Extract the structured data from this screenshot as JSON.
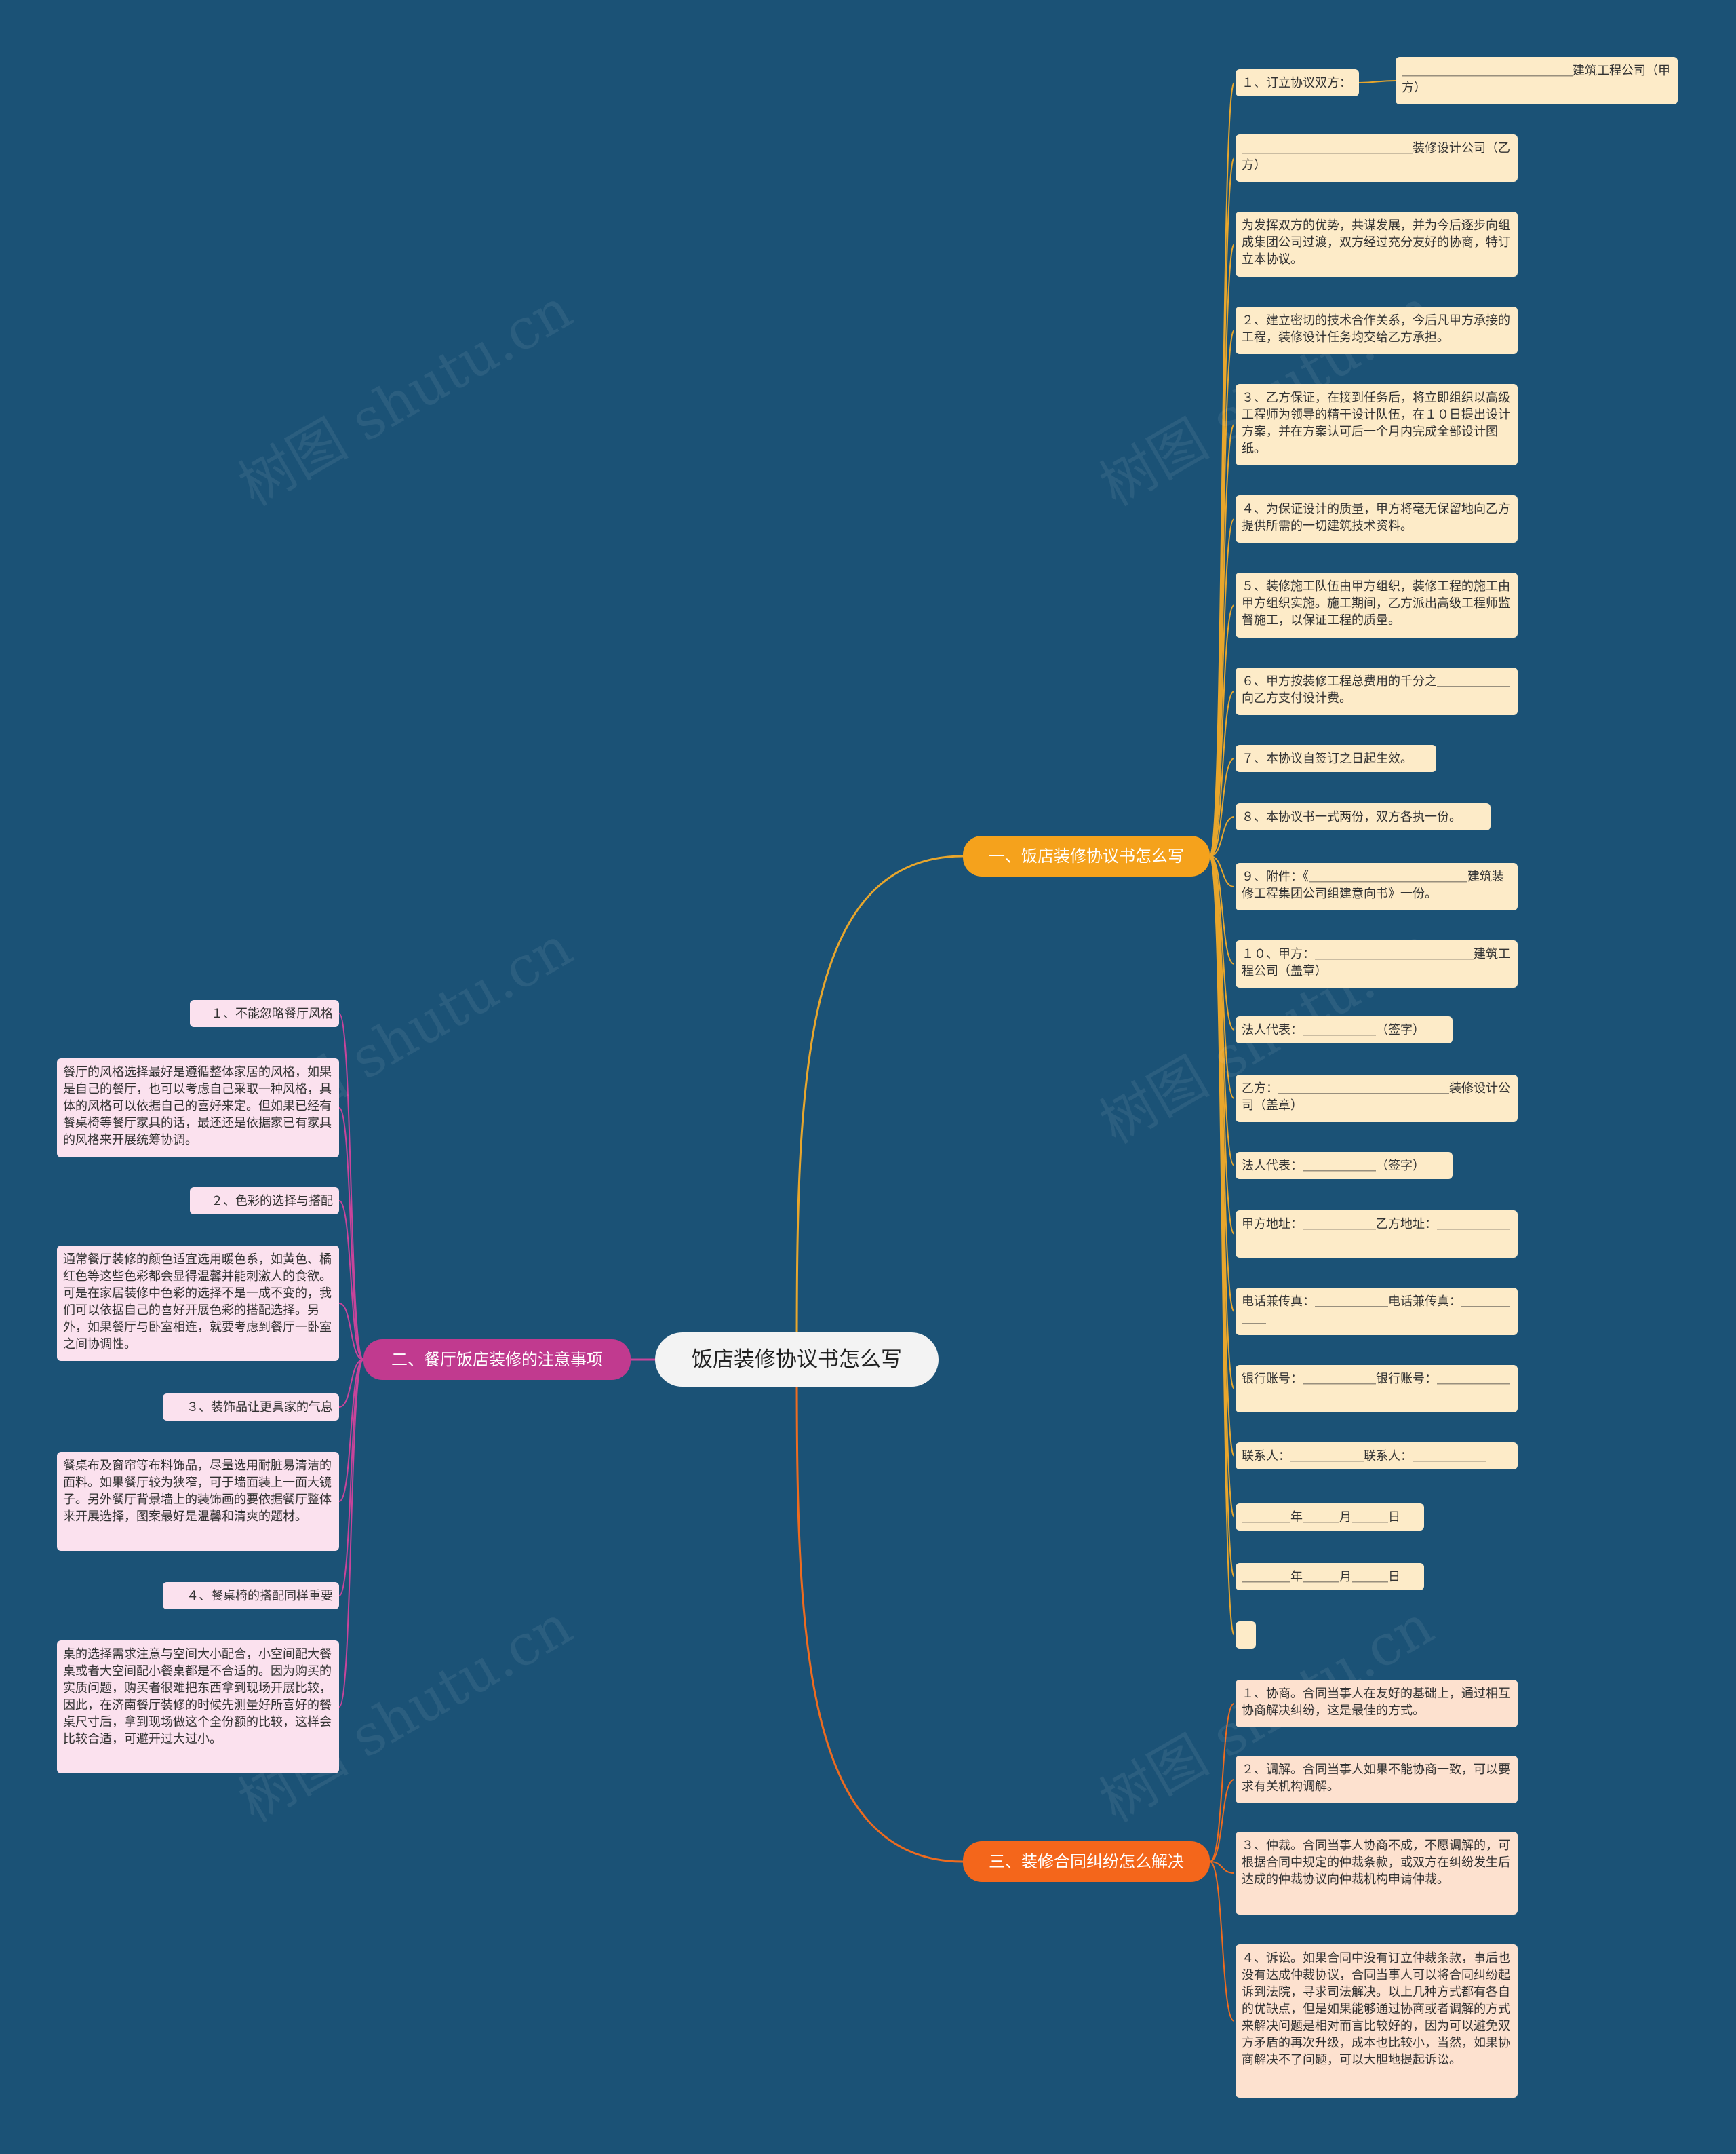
{
  "colors": {
    "background": "#1b5276",
    "branch1": "#f5a21c",
    "branch2": "#c13a8f",
    "branch3": "#f4661b",
    "link1": "#e8a62c",
    "link2": "#c8449b",
    "link3": "#ee6b1f"
  },
  "watermark": "树图 shutu.cn",
  "root": {
    "label": "饭店装修协议书怎么写"
  },
  "branches": [
    {
      "label": "一、饭店装修协议书怎么写",
      "children": [
        "１、订立协议双方：",
        "＿＿＿＿＿＿＿＿＿＿＿＿＿＿装修设计公司（乙方）",
        "为发挥双方的优势，共谋发展，并为今后逐步向组成集团公司过渡，双方经过充分友好的协商，特订立本协议。",
        "２、建立密切的技术合作关系，今后凡甲方承接的工程，装修设计任务均交给乙方承担。",
        "３、乙方保证，在接到任务后，将立即组织以高级工程师为领导的精干设计队伍，在１０日提出设计方案，并在方案认可后一个月内完成全部设计图纸。",
        "４、为保证设计的质量，甲方将毫无保留地向乙方提供所需的一切建筑技术资料。",
        "５、装修施工队伍由甲方组织，装修工程的施工由甲方组织实施。施工期间，乙方派出高级工程师监督施工，以保证工程的质量。",
        "６、甲方按装修工程总费用的千分之＿＿＿＿＿＿向乙方支付设计费。",
        "７、本协议自签订之日起生效。",
        "８、本协议书一式两份，双方各执一份。",
        "９、附件：《＿＿＿＿＿＿＿＿＿＿＿＿＿建筑装修工程集团公司组建意向书》一份。",
        "１０、甲方：＿＿＿＿＿＿＿＿＿＿＿＿＿建筑工程公司（盖章）",
        "法人代表：＿＿＿＿＿＿（签字）",
        "乙方：＿＿＿＿＿＿＿＿＿＿＿＿＿＿装修设计公司（盖章）",
        "法人代表：＿＿＿＿＿＿（签字）",
        "甲方地址：＿＿＿＿＿＿乙方地址：＿＿＿＿＿＿",
        "电话兼传真：＿＿＿＿＿＿电话兼传真：＿＿＿＿＿＿",
        "银行账号：＿＿＿＿＿＿银行账号：＿＿＿＿＿＿",
        "联系人：＿＿＿＿＿＿联系人：＿＿＿＿＿＿",
        "＿＿＿＿年＿＿＿月＿＿＿日",
        "＿＿＿＿年＿＿＿月＿＿＿日",
        ""
      ],
      "sub_child": "＿＿＿＿＿＿＿＿＿＿＿＿＿＿建筑工程公司（甲方）"
    },
    {
      "label": "二、餐厅饭店装修的注意事项",
      "children": [
        "１、不能忽略餐厅风格",
        "餐厅的风格选择最好是遵循整体家居的风格，如果是自己的餐厅，也可以考虑自己采取一种风格，具体的风格可以依据自己的喜好来定。但如果已经有餐桌椅等餐厅家具的话，最还还是依据家已有家具的风格来开展统筹协调。",
        "２、色彩的选择与搭配",
        "通常餐厅装修的颜色适宜选用暖色系，如黄色、橘红色等这些色彩都会显得温馨并能刺激人的食欲。可是在家居装修中色彩的选择不是一成不变的，我们可以依据自己的喜好开展色彩的搭配选择。另外，如果餐厅与卧室相连，就要考虑到餐厅一卧室之间协调性。",
        "３、装饰品让更具家的气息",
        "餐桌布及窗帘等布料饰品，尽量选用耐脏易清洁的面料。如果餐厅较为狭窄，可于墙面装上一面大镜子。另外餐厅背景墙上的装饰画的要依据餐厅整体来开展选择，图案最好是温馨和清爽的题材。",
        "４、餐桌椅的搭配同样重要",
        "桌的选择需求注意与空间大小配合，小空间配大餐桌或者大空间配小餐桌都是不合适的。因为购买的实质问题，购买者很难把东西拿到现场开展比较，因此，在济南餐厅装修的时候先测量好所喜好的餐桌尺寸后，拿到现场做这个全份额的比较，这样会比较合适，可避开过大过小。"
      ]
    },
    {
      "label": "三、装修合同纠纷怎么解决",
      "children": [
        "１、协商。合同当事人在友好的基础上，通过相互协商解决纠纷，这是最佳的方式。",
        "２、调解。合同当事人如果不能协商一致，可以要求有关机构调解。",
        "３、仲裁。合同当事人协商不成，不愿调解的，可根据合同中规定的仲裁条款，或双方在纠纷发生后达成的仲裁协议向仲裁机构申请仲裁。",
        "４、诉讼。如果合同中没有订立仲裁条款，事后也没有达成仲裁协议，合同当事人可以将合同纠纷起诉到法院，寻求司法解决。以上几种方式都有各自的优缺点，但是如果能够通过协商或者调解的方式来解决问题是相对而言比较好的，因为可以避免双方矛盾的再次升级，成本也比较小，当然，如果协商解决不了问题，可以大胆地提起诉讼。"
      ]
    }
  ]
}
